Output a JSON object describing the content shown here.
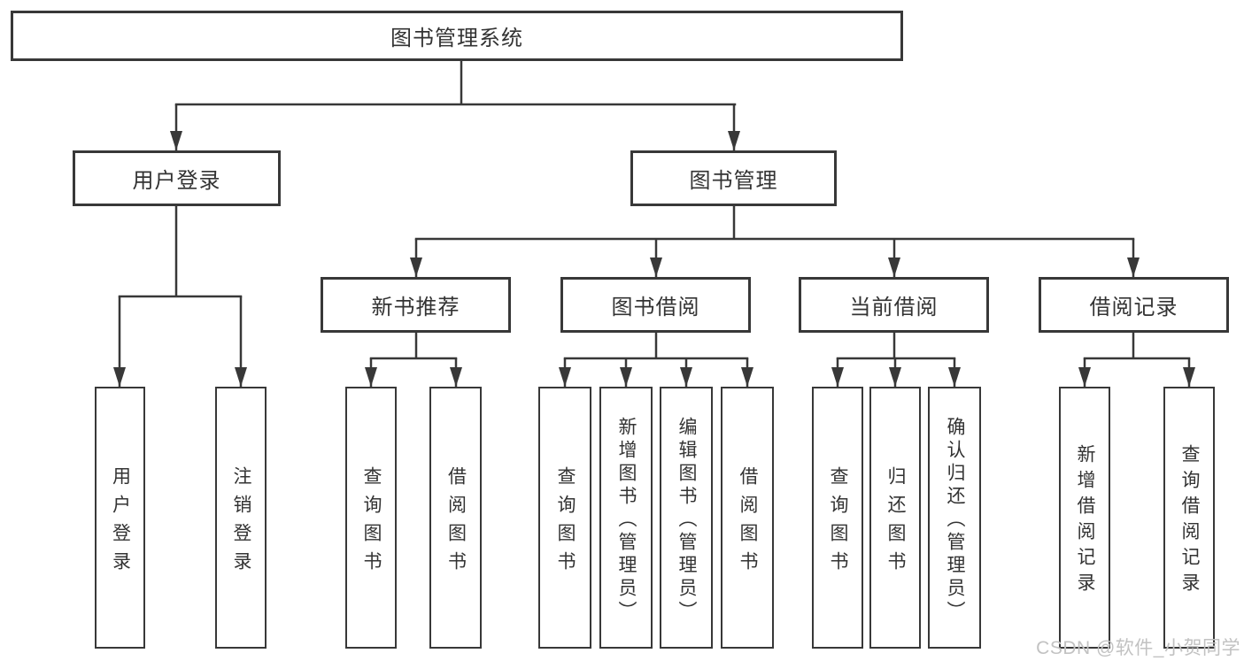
{
  "tree": {
    "label": "图书管理系统",
    "children": [
      {
        "label": "用户登录",
        "children": [
          {
            "label": "用户登录"
          },
          {
            "label": "注销登录"
          }
        ]
      },
      {
        "label": "图书管理",
        "children": [
          {
            "label": "新书推荐",
            "children": [
              {
                "label": "查询图书"
              },
              {
                "label": "借阅图书"
              }
            ]
          },
          {
            "label": "图书借阅",
            "children": [
              {
                "label": "查询图书"
              },
              {
                "label": "新增图书（管理员）"
              },
              {
                "label": "编辑图书（管理员）"
              },
              {
                "label": "借阅图书"
              }
            ]
          },
          {
            "label": "当前借阅",
            "children": [
              {
                "label": "查询图书"
              },
              {
                "label": "归还图书"
              },
              {
                "label": "确认归还（管理员）"
              }
            ]
          },
          {
            "label": "借阅记录",
            "children": [
              {
                "label": "新增借阅记录"
              },
              {
                "label": "查询借阅记录"
              }
            ]
          }
        ]
      }
    ]
  },
  "watermark": {
    "text": "CSDN @软件_小贺同学"
  },
  "colors": {
    "line": "#383838",
    "text": "#333333",
    "background": "#ffffff",
    "watermark": "#c2c2c2"
  }
}
